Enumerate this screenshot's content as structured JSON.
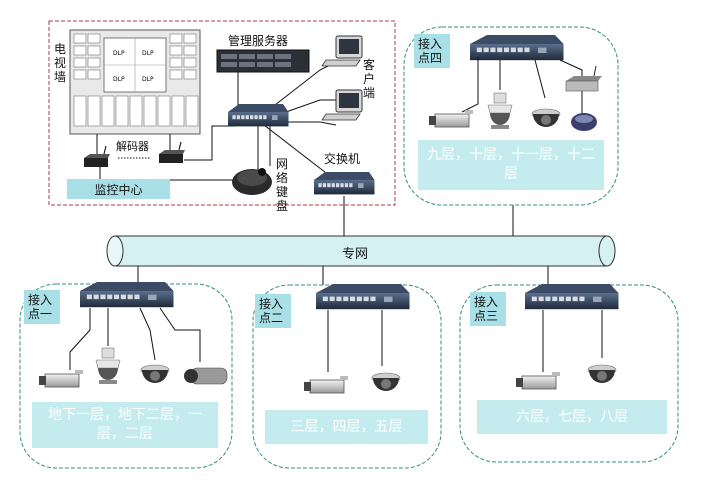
{
  "monitor_center": {
    "tv_wall_label": "电视墙",
    "wall_tiles": [
      "DLP",
      "DLP",
      "DLP",
      "DLP"
    ],
    "decoder_label": "解码器",
    "server_label": "管理服务器",
    "client_label": "客户端",
    "keyboard_label": "网络键盘",
    "center_tag": "监控中心",
    "switch_label": "交换机"
  },
  "private_network_label": "专网",
  "access_points": [
    {
      "name": "接入点四",
      "floors": "九层，十层，十一层，十二层"
    },
    {
      "name": "接入点一",
      "floors": "地下一层，地下二层，一层，二层"
    },
    {
      "name": "接入点二",
      "floors": "三层，四层，五层"
    },
    {
      "name": "接入点三",
      "floors": "六层，七层，八层"
    }
  ],
  "colors": {
    "dash_red": "#b23a48",
    "dash_teal": "#2f8f80",
    "pipe_fill": "#d6f1f2",
    "tag_fill": "#a9dfe6"
  }
}
